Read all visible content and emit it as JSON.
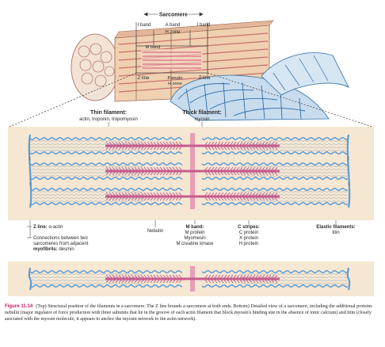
{
  "top": {
    "sarcomere": "Sarcomere",
    "i_band_left": "I band",
    "a_band": "A band",
    "h_zone": "H zone",
    "i_band_right": "I band",
    "m_band": "M band",
    "z_line_left": "Z line",
    "pseudo_h_zone_line1": "Pseudo",
    "pseudo_h_zone_line2": "H zone",
    "z_line_right": "Z line"
  },
  "thin": {
    "title": "Thin filament:",
    "detail": "actin, troponin, tropomyosin"
  },
  "thick": {
    "title": "Thick filament:",
    "detail": "myosin"
  },
  "bottom": {
    "z_line": {
      "title": "Z line:",
      "detail": "α-actin"
    },
    "connections": {
      "line1": "Connections between two",
      "line2": "sarcomeres from adjacent",
      "line3": "myofibrils:",
      "line3_detail": "desmin"
    },
    "nebulin": "Nebulin",
    "m_band": {
      "title": "M band:",
      "items": [
        "M protein",
        "Myomesin",
        "M creatine kinase"
      ]
    },
    "c_stripes": {
      "title": "C stripes:",
      "items": [
        "C protein",
        "X protein",
        "H protein"
      ]
    },
    "elastic": {
      "title": "Elastic filaments:",
      "detail": "titin"
    }
  },
  "caption": {
    "figure_number": "Figure 11.14",
    "text": "(Top) Structural position of the filaments in a sarcomere. The Z line bounds a sarcomere at both ends. Bottom) Detailed view of a sarcomere, including the additional proteins nebulin (major regulator of force production with three subunits that lie in the groove of each actin filament that block myosin's binding site in the absence of ionic calcium) and titin (closely asociated with the myosin molecule, it appears to anchor the myosin network to the actin network)."
  },
  "colors": {
    "panel": "#f6e7d2",
    "actin": "#5b9bd5",
    "myosin": "#c75b8e",
    "m_line": "#e48fb4",
    "caption_accent": "#c2185b"
  }
}
